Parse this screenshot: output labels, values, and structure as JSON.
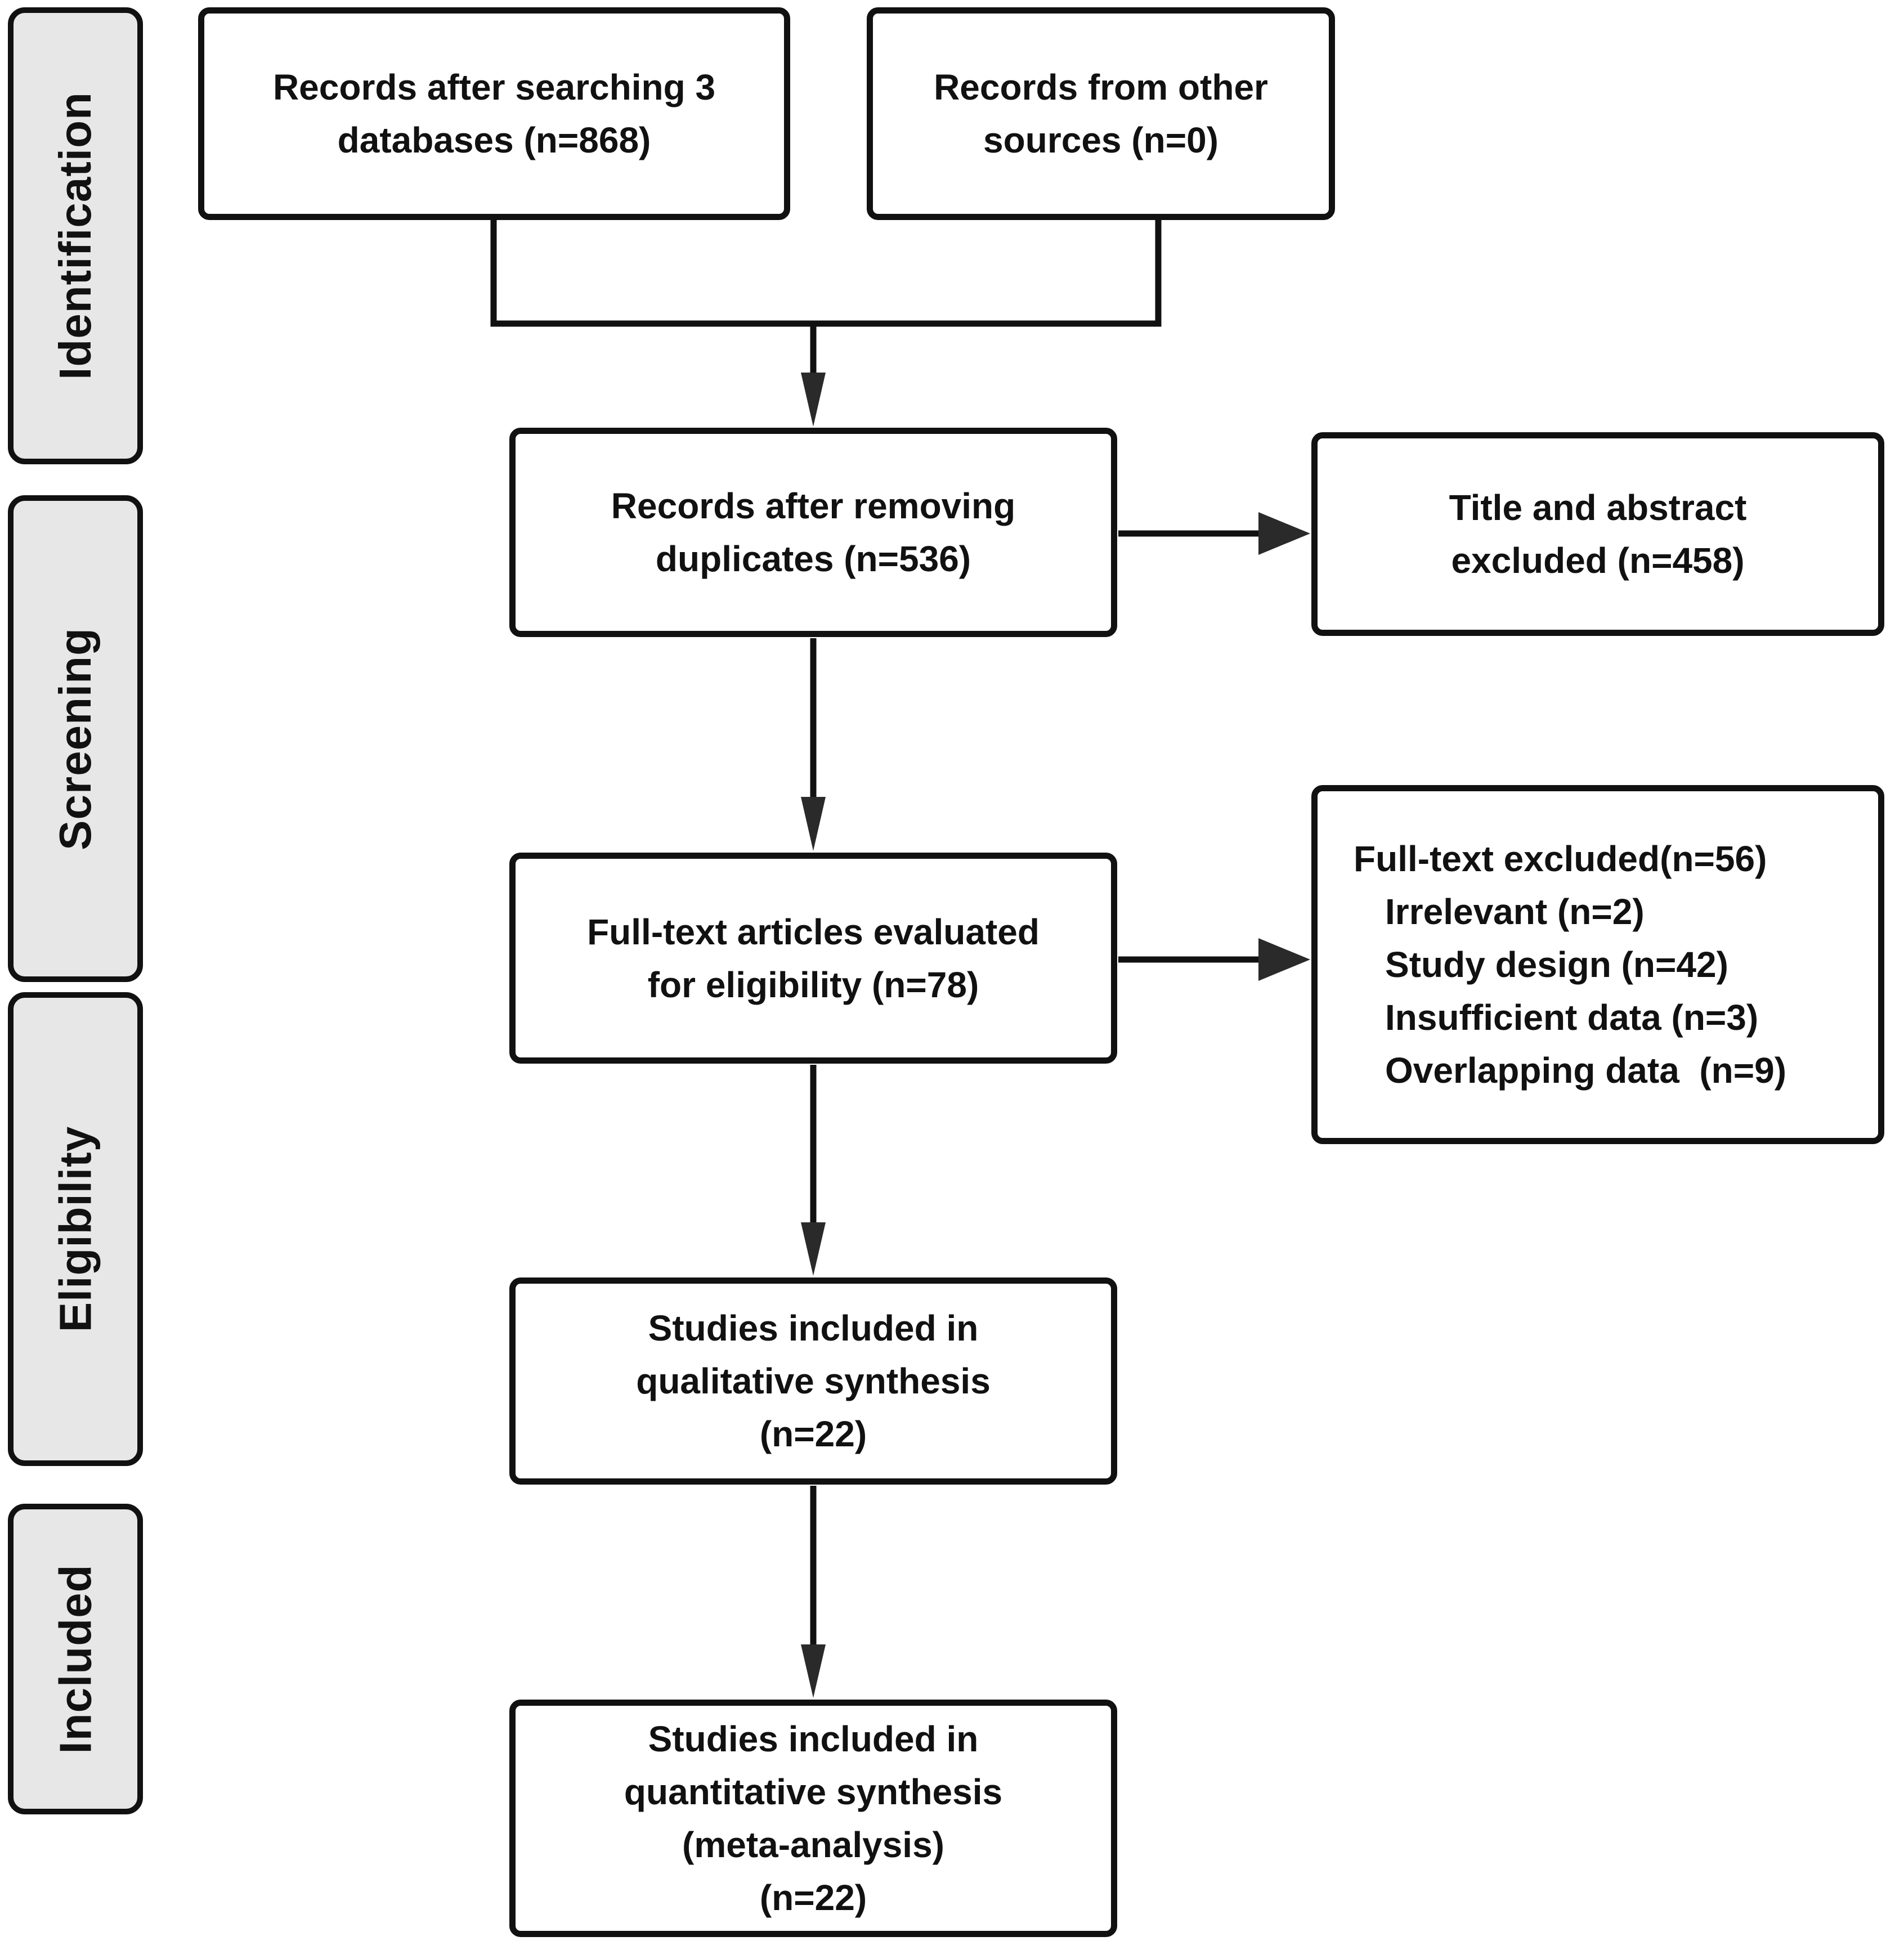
{
  "figure": {
    "kind": "PRISMA flow diagram",
    "colors": {
      "line": "#111111",
      "text": "#111111",
      "stage_fill": "#e7e7e7",
      "box_fill": "#ffffff",
      "bg": "#ffffff",
      "arrow_fill": "#2a2a2a"
    }
  },
  "stages": [
    {
      "label": "Identification"
    },
    {
      "label": "Screening"
    },
    {
      "label": "Eligibility"
    },
    {
      "label": "Included"
    }
  ],
  "boxes": {
    "records_searched": {
      "lines": [
        "Records after searching 3",
        "databases (n=868)"
      ]
    },
    "records_other": {
      "lines": [
        "Records from other",
        "sources (n=0)"
      ]
    },
    "records_deduplicated": {
      "lines": [
        "Records after removing",
        "duplicates (n=536)"
      ]
    },
    "title_abstract_excluded": {
      "lines": [
        "Title and abstract",
        "excluded (n=458)"
      ]
    },
    "fulltext_evaluated": {
      "lines": [
        "Full-text articles evaluated",
        "for eligibility (n=78)"
      ]
    },
    "fulltext_excluded": {
      "heading": "Full-text excluded(n=56)",
      "items": [
        "Irrelevant (n=2)",
        "Study design (n=42)",
        "Insufficient data (n=3)",
        "Overlapping data  (n=9)"
      ]
    },
    "qualitative_included": {
      "lines": [
        "Studies included in",
        "qualitative synthesis",
        "(n=22)"
      ]
    },
    "quantitative_included": {
      "lines": [
        "Studies included in",
        "quantitative synthesis",
        "(meta-analysis)",
        "(n=22)"
      ]
    }
  }
}
